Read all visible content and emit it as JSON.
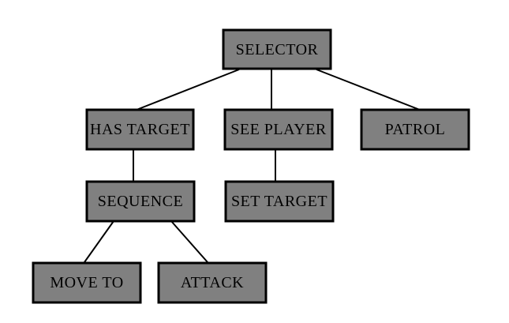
{
  "diagram": {
    "nodes": {
      "selector": "SELECTOR",
      "has_target": "HAS TARGET",
      "see_player": "SEE PLAYER",
      "patrol": "PATROL",
      "sequence": "SEQUENCE",
      "set_target": "SET TARGET",
      "move_to": "MOVE TO",
      "attack": "ATTACK"
    },
    "edges": [
      [
        "selector",
        "has_target"
      ],
      [
        "selector",
        "see_player"
      ],
      [
        "selector",
        "patrol"
      ],
      [
        "has_target",
        "sequence"
      ],
      [
        "see_player",
        "set_target"
      ],
      [
        "sequence",
        "move_to"
      ],
      [
        "sequence",
        "attack"
      ]
    ]
  }
}
